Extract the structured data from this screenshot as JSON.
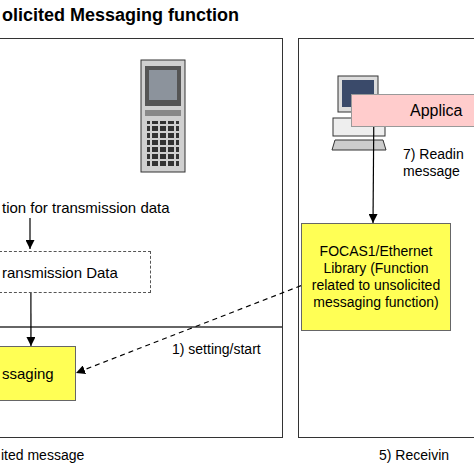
{
  "diagram": {
    "title": "olicited Messaging function",
    "nodes": [
      {
        "text": [
          "ited message"
        ]
      },
      {
        "text": [
          "ransmission Data"
        ],
        "in": 0
      },
      {
        "text": [
          "ssaging"
        ],
        "in": 0
      },
      {
        "text": [
          "5) Receivin"
        ]
      },
      {
        "text": [
          "Applica"
        ],
        "in": 3
      },
      {
        "text": [
          "FOCAS1/Ethernet Library (Function related to unsolicited messaging function)"
        ],
        "in": 3
      }
    ],
    "edges": [
      {
        "from": 1,
        "to": 2,
        "arrow": "to"
      },
      {
        "from": 4,
        "to": 5,
        "label": "7) Readin message",
        "arrow": "to"
      },
      {
        "from": 5,
        "to": 2,
        "label": "1) setting/start",
        "arrow": "to"
      }
    ],
    "labels": [
      "tion for transmission data"
    ]
  }
}
